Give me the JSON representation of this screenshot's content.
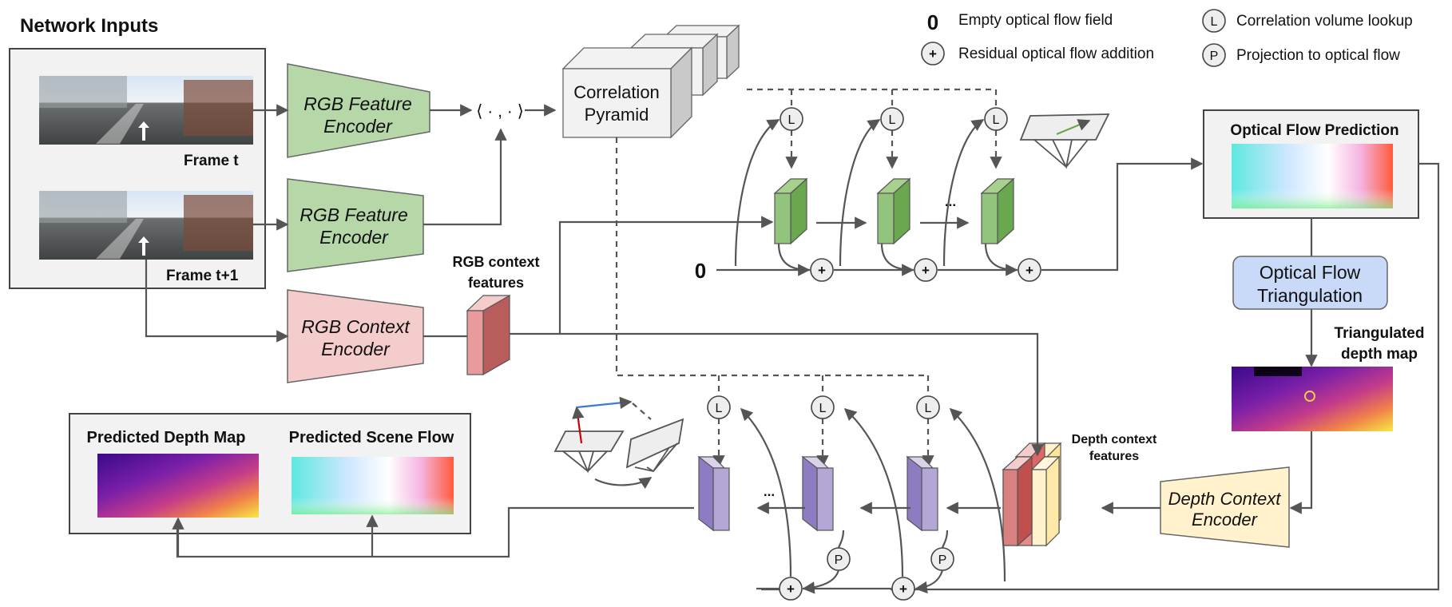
{
  "title": "Network Inputs",
  "inputs": {
    "frame_t": "Frame t",
    "frame_t1": "Frame t+1"
  },
  "encoders": {
    "rgb_feature_1": [
      "RGB Feature",
      "Encoder"
    ],
    "rgb_feature_2": [
      "RGB Feature",
      "Encoder"
    ],
    "rgb_context": [
      "RGB Context",
      "Encoder"
    ],
    "depth_context": [
      "Depth Context",
      "Encoder"
    ]
  },
  "inner_product": "⟨ · , · ⟩",
  "correlation": [
    "Correlation",
    "Pyramid"
  ],
  "rgb_context_features": [
    "RGB context",
    "features"
  ],
  "depth_context_features": [
    "Depth context",
    "features"
  ],
  "zero_symbol": "0",
  "ellipsis": "...",
  "legend": {
    "empty_symbol": "0",
    "empty_label": "Empty optical flow field",
    "plus_symbol": "+",
    "plus_label": "Residual optical flow addition",
    "lookup_symbol": "L",
    "lookup_label": "Correlation volume lookup",
    "proj_symbol": "P",
    "proj_label": "Projection to optical flow"
  },
  "optical_flow_prediction": "Optical Flow Prediction",
  "triangulation": [
    "Optical Flow",
    "Triangulation"
  ],
  "triangulated_depth": [
    "Triangulated",
    "depth map"
  ],
  "predicted_depth": "Predicted Depth Map",
  "predicted_scene_flow": "Predicted Scene Flow",
  "colors": {
    "feature_encoder": "#b6d7a8",
    "context_encoder": "#f4cccc",
    "depth_encoder": "#fff2cc",
    "triangulation": "#c9daf8",
    "green_block": "#7fb56a",
    "purple_block": "#b4a7d6",
    "red_block": "#e06666",
    "line": "#555555"
  }
}
